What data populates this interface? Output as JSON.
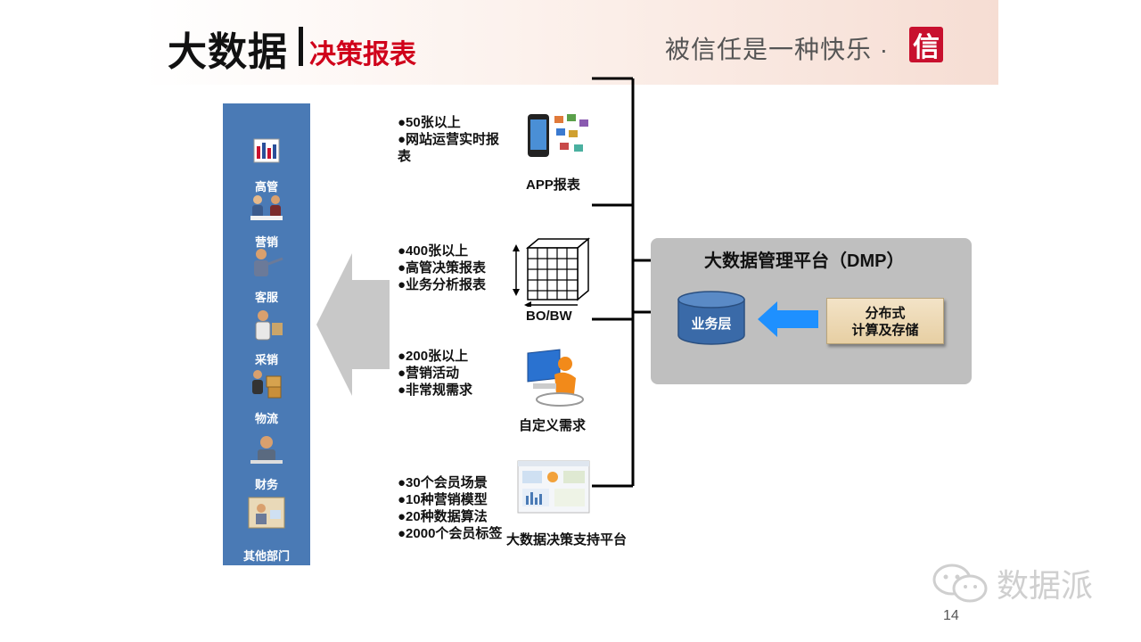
{
  "header": {
    "title": "大数据",
    "subtitle": "决策报表",
    "slogan": "被信任是一种快乐 ·",
    "seal_char": "信"
  },
  "departments": [
    {
      "label": "高管",
      "icon": "chart-icon"
    },
    {
      "label": "营销",
      "icon": "meeting-icon"
    },
    {
      "label": "客服",
      "icon": "presenter-icon"
    },
    {
      "label": "采销",
      "icon": "buyer-icon"
    },
    {
      "label": "物流",
      "icon": "delivery-icon"
    },
    {
      "label": "财务",
      "icon": "accountant-icon"
    },
    {
      "label": "其他部门",
      "icon": "office-icon"
    }
  ],
  "report_items": [
    {
      "label": "APP报表",
      "icon": "phone-apps-icon",
      "bullets": [
        "●50张以上",
        "●网站运营实时报表"
      ]
    },
    {
      "label": "BO/BW",
      "icon": "data-cube-icon",
      "bullets": [
        "●400张以上",
        "●高管决策报表",
        "●业务分析报表"
      ]
    },
    {
      "label": "自定义需求",
      "icon": "computer-user-icon",
      "bullets": [
        "●200张以上",
        "●营销活动",
        "●非常规需求"
      ]
    },
    {
      "label": "大数据决策支持平台",
      "icon": "dashboard-screen-icon",
      "bullets": [
        "●30个会员场景",
        "●10种营销模型",
        "●20种数据算法",
        "●2000个会员标签"
      ]
    }
  ],
  "dmp": {
    "title": "大数据管理平台（DMP）",
    "business_layer": "业务层",
    "storage_line1": "分布式",
    "storage_line2": "计算及存储"
  },
  "footer": {
    "watermark": "数据派",
    "page_number": "14"
  },
  "colors": {
    "accent_red": "#d0021b",
    "panel_blue": "#4a7ab5",
    "dmp_gray": "#bfbfbf",
    "arrow_blue": "#1e90ff"
  }
}
